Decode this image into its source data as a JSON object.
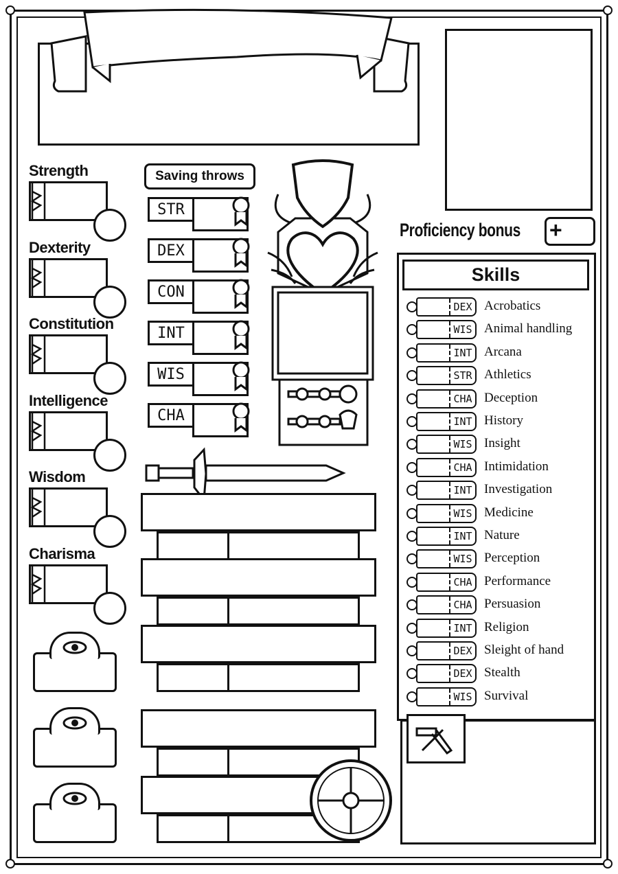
{
  "abilities": [
    {
      "label": "Strength"
    },
    {
      "label": "Dexterity"
    },
    {
      "label": "Constitution"
    },
    {
      "label": "Intelligence"
    },
    {
      "label": "Wisdom"
    },
    {
      "label": "Charisma"
    }
  ],
  "saving_throws": {
    "title": "Saving throws",
    "items": [
      "STR",
      "DEX",
      "CON",
      "INT",
      "WIS",
      "CHA"
    ]
  },
  "proficiency": {
    "label": "Proficiency bonus",
    "sign": "+"
  },
  "skills": {
    "title": "Skills",
    "items": [
      {
        "ability": "DEX",
        "name": "Acrobatics"
      },
      {
        "ability": "WIS",
        "name": "Animal handling"
      },
      {
        "ability": "INT",
        "name": "Arcana"
      },
      {
        "ability": "STR",
        "name": "Athletics"
      },
      {
        "ability": "CHA",
        "name": "Deception"
      },
      {
        "ability": "INT",
        "name": "History"
      },
      {
        "ability": "WIS",
        "name": "Insight"
      },
      {
        "ability": "CHA",
        "name": "Intimidation"
      },
      {
        "ability": "INT",
        "name": "Investigation"
      },
      {
        "ability": "WIS",
        "name": "Medicine"
      },
      {
        "ability": "INT",
        "name": "Nature"
      },
      {
        "ability": "WIS",
        "name": "Perception"
      },
      {
        "ability": "CHA",
        "name": "Performance"
      },
      {
        "ability": "CHA",
        "name": "Persuasion"
      },
      {
        "ability": "INT",
        "name": "Religion"
      },
      {
        "ability": "DEX",
        "name": "Sleight of hand"
      },
      {
        "ability": "DEX",
        "name": "Stealth"
      },
      {
        "ability": "WIS",
        "name": "Survival"
      }
    ]
  },
  "icons": {
    "speed": "winged-icon",
    "boot": "boot-icon",
    "eye": "eye-icon",
    "tools": "hammer-icon",
    "shield": "shield-icon",
    "heart": "heart-icon",
    "sword": "sword-icon",
    "smile": "smiley-icon",
    "skull": "skull-icon"
  }
}
